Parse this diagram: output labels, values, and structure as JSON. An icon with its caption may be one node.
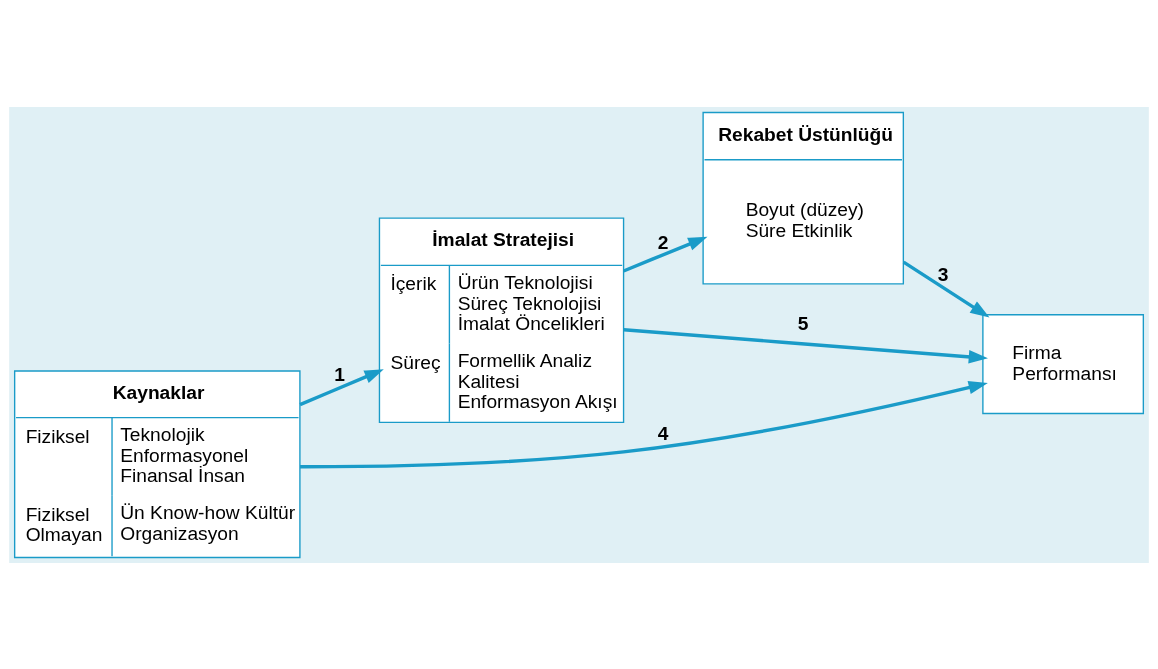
{
  "diagram": {
    "nodes": [
      {
        "text": [
          "Kaynaklar",
          "Fiziksel",
          "Teknolojik Enformasyonel Finansal İnsan",
          "Fiziksel Olmayan",
          "Ün Know-how Kültür Organizasyon"
        ]
      },
      {
        "text": [
          "İmalat Stratejisi",
          "İçerik",
          "Ürün Teknolojisi Süreç Teknolojisi İmalat Öncelikleri",
          "Süreç",
          "Formellik Analiz Kalitesi Enformasyon Akışı"
        ]
      },
      {
        "text": [
          "Rekabet Üstünlüğü",
          "Boyut (düzey) Süre Etkinlik"
        ]
      },
      {
        "text": [
          "Firma Performansı"
        ]
      }
    ],
    "edges": [
      {
        "from": 0,
        "to": 1,
        "arrow": "to",
        "label": "1"
      },
      {
        "from": 1,
        "to": 2,
        "arrow": "to",
        "label": "2"
      },
      {
        "from": 2,
        "to": 3,
        "arrow": "to",
        "label": "3"
      },
      {
        "from": 0,
        "to": 3,
        "arrow": "to",
        "label": "4"
      },
      {
        "from": 1,
        "to": 3,
        "arrow": "to",
        "label": "5"
      }
    ]
  }
}
